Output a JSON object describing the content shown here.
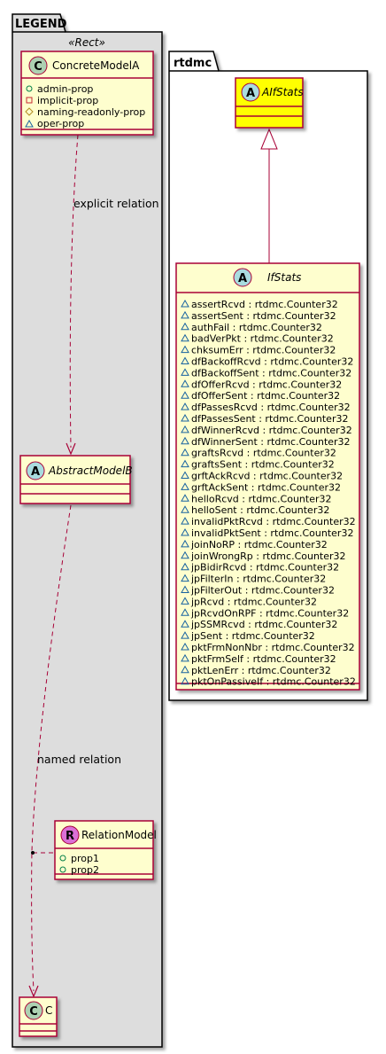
{
  "legend": {
    "title": "LEGEND",
    "stereotype": "«Rect»",
    "concrete_model": {
      "badge": "C",
      "name": "ConcreteModelA",
      "attributes": [
        {
          "vis": "public",
          "text": "admin-prop"
        },
        {
          "vis": "private",
          "text": "implicit-prop"
        },
        {
          "vis": "protected",
          "text": "naming-readonly-prop"
        },
        {
          "vis": "package",
          "text": "oper-prop"
        }
      ]
    },
    "explicit_relation_label": "explicit relation",
    "abstract_model": {
      "badge": "A",
      "name": "AbstractModelB"
    },
    "named_relation_label": "named relation",
    "relation_model": {
      "badge": "R",
      "name": "RelationModel",
      "attributes": [
        {
          "vis": "public",
          "text": "prop1"
        },
        {
          "vis": "public",
          "text": "prop2"
        }
      ]
    },
    "target_class": {
      "badge": "C",
      "name": "C"
    }
  },
  "rtdmc": {
    "title": "rtdmc",
    "parent": {
      "badge": "A",
      "name": "AIfStats"
    },
    "child": {
      "badge": "A",
      "name": "IfStats",
      "attributes": [
        "assertRcvd : rtdmc.Counter32",
        "assertSent : rtdmc.Counter32",
        "authFail : rtdmc.Counter32",
        "badVerPkt : rtdmc.Counter32",
        "chksumErr : rtdmc.Counter32",
        "dfBackoffRcvd : rtdmc.Counter32",
        "dfBackoffSent : rtdmc.Counter32",
        "dfOfferRcvd : rtdmc.Counter32",
        "dfOfferSent : rtdmc.Counter32",
        "dfPassesRcvd : rtdmc.Counter32",
        "dfPassesSent : rtdmc.Counter32",
        "dfWinnerRcvd : rtdmc.Counter32",
        "dfWinnerSent : rtdmc.Counter32",
        "graftsRcvd : rtdmc.Counter32",
        "graftsSent : rtdmc.Counter32",
        "grftAckRcvd : rtdmc.Counter32",
        "grftAckSent : rtdmc.Counter32",
        "helloRcvd : rtdmc.Counter32",
        "helloSent : rtdmc.Counter32",
        "invalidPktRcvd : rtdmc.Counter32",
        "invalidPktSent : rtdmc.Counter32",
        "joinNoRP : rtdmc.Counter32",
        "joinWrongRp : rtdmc.Counter32",
        "jpBidirRcvd : rtdmc.Counter32",
        "jpFilterIn : rtdmc.Counter32",
        "jpFilterOut : rtdmc.Counter32",
        "jpRcvd : rtdmc.Counter32",
        "jpRcvdOnRPF : rtdmc.Counter32",
        "jpSSMRcvd : rtdmc.Counter32",
        "jpSent : rtdmc.Counter32",
        "pktFrmNonNbr : rtdmc.Counter32",
        "pktFrmSelf : rtdmc.Counter32",
        "pktLenErr : rtdmc.Counter32",
        "pktOnPassiveIf : rtdmc.Counter32"
      ]
    }
  },
  "colors": {
    "class_fill": "#FEFECE",
    "border": "#A80036",
    "parent_fill": "#FFFF00",
    "legend_bg": "#DDDDDD",
    "badge_c": "#ADD1B2",
    "badge_a": "#A9DCDF",
    "badge_r": "#DA70D6"
  }
}
